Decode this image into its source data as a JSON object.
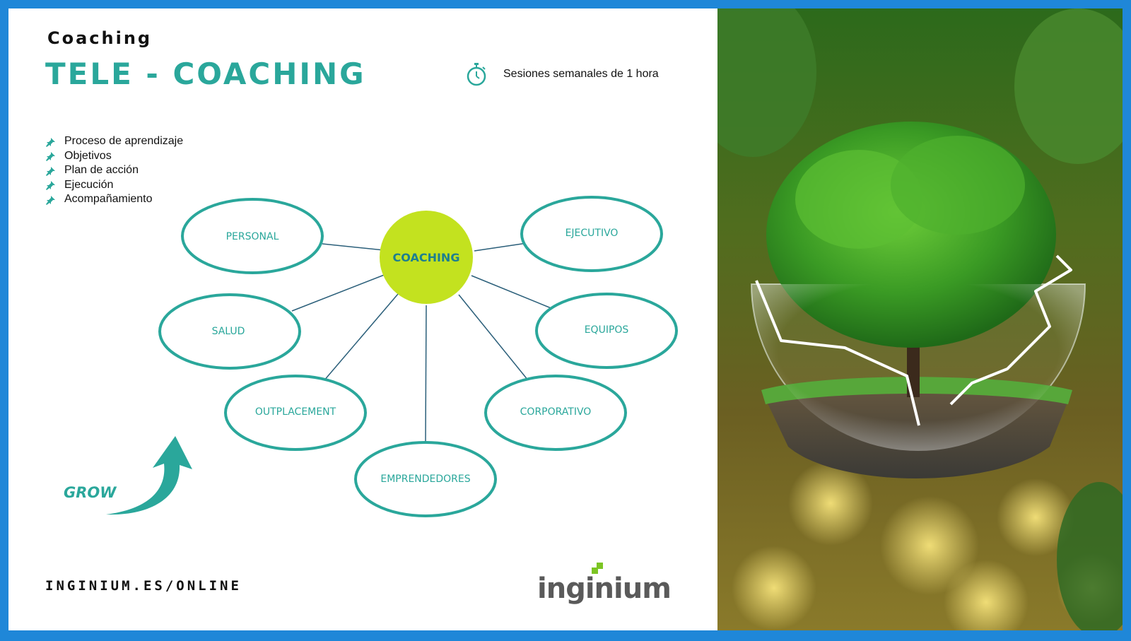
{
  "header": {
    "supertitle": "Coaching",
    "title": "TELE - COACHING",
    "session_text": "Sesiones semanales de 1 hora",
    "session_icon": "stopwatch-icon"
  },
  "bullets": [
    "Proceso de aprendizaje",
    "Objetivos",
    "Plan de acción",
    "Ejecución",
    "Acompañamiento"
  ],
  "diagram": {
    "center": "COACHING",
    "nodes": [
      "PERSONAL",
      "EJECUTIVO",
      "SALUD",
      "EQUIPOS",
      "OUTPLACEMENT",
      "CORPORATIVO",
      "EMPRENDEDORES"
    ]
  },
  "grow": {
    "label": "GROW",
    "icon": "curved-up-arrow-icon"
  },
  "footer": {
    "url": "INGINIUM.ES/ONLINE",
    "logo_text": "inginium"
  },
  "colors": {
    "frame": "#1f87d8",
    "teal": "#2aa79b",
    "lime": "#c3e21f",
    "line": "#2b5f7a",
    "logo_green": "#7cc524"
  },
  "photo": {
    "icon": "tree-in-glass-sphere-icon"
  }
}
